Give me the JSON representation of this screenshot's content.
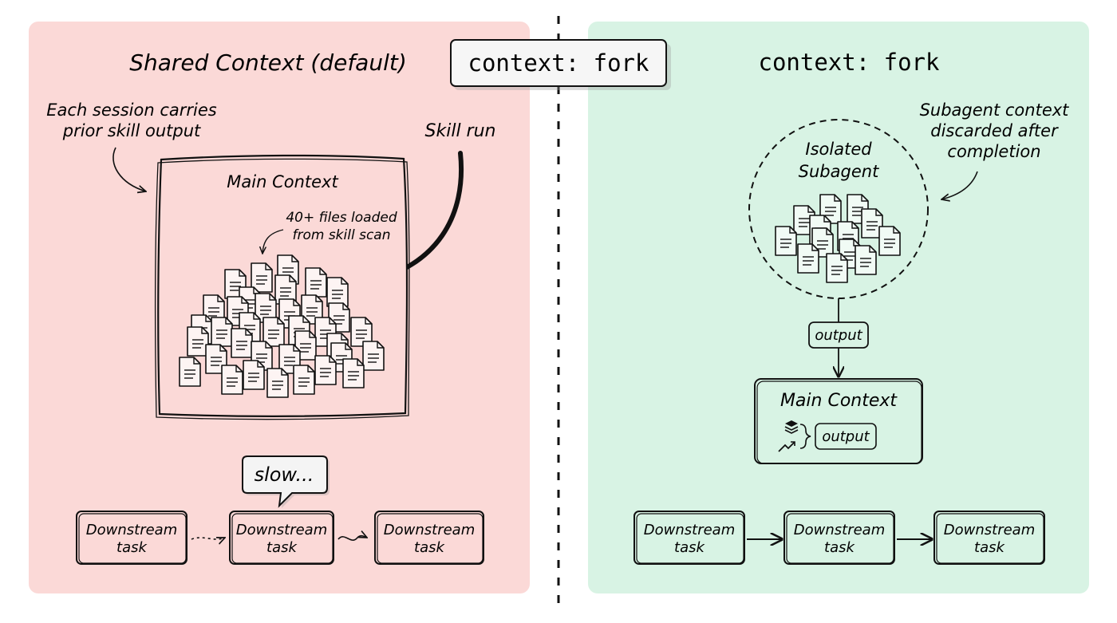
{
  "colors": {
    "left_panel_bg": "#fbd9d7",
    "right_panel_bg": "#d8f3e4",
    "ink": "#111111",
    "divider": "#111111"
  },
  "center_tag": {
    "label": "context: fork"
  },
  "left": {
    "title": "Shared Context (default)",
    "note_session": [
      "Each session carries",
      "prior skill output"
    ],
    "note_skill_run": "Skill run",
    "main_context_label": "Main Context",
    "files_note": [
      "40+ files loaded",
      "from skill scan"
    ],
    "speech_bubble": "slow...",
    "tasks": [
      {
        "lines": [
          "Downstream",
          "task"
        ]
      },
      {
        "lines": [
          "Downstream",
          "task"
        ]
      },
      {
        "lines": [
          "Downstream",
          "task"
        ]
      }
    ]
  },
  "right": {
    "title": "context: fork",
    "note_discarded": [
      "Subagent context",
      "discarded after",
      "completion"
    ],
    "subagent_label": [
      "Isolated",
      "Subagent"
    ],
    "output_chip": "output",
    "main_context_label": "Main Context",
    "main_context_output": "output",
    "icons": [
      "stack-icon",
      "trend-up-icon"
    ],
    "tasks": [
      {
        "lines": [
          "Downstream",
          "task"
        ]
      },
      {
        "lines": [
          "Downstream",
          "task"
        ]
      },
      {
        "lines": [
          "Downstream",
          "task"
        ]
      }
    ]
  }
}
